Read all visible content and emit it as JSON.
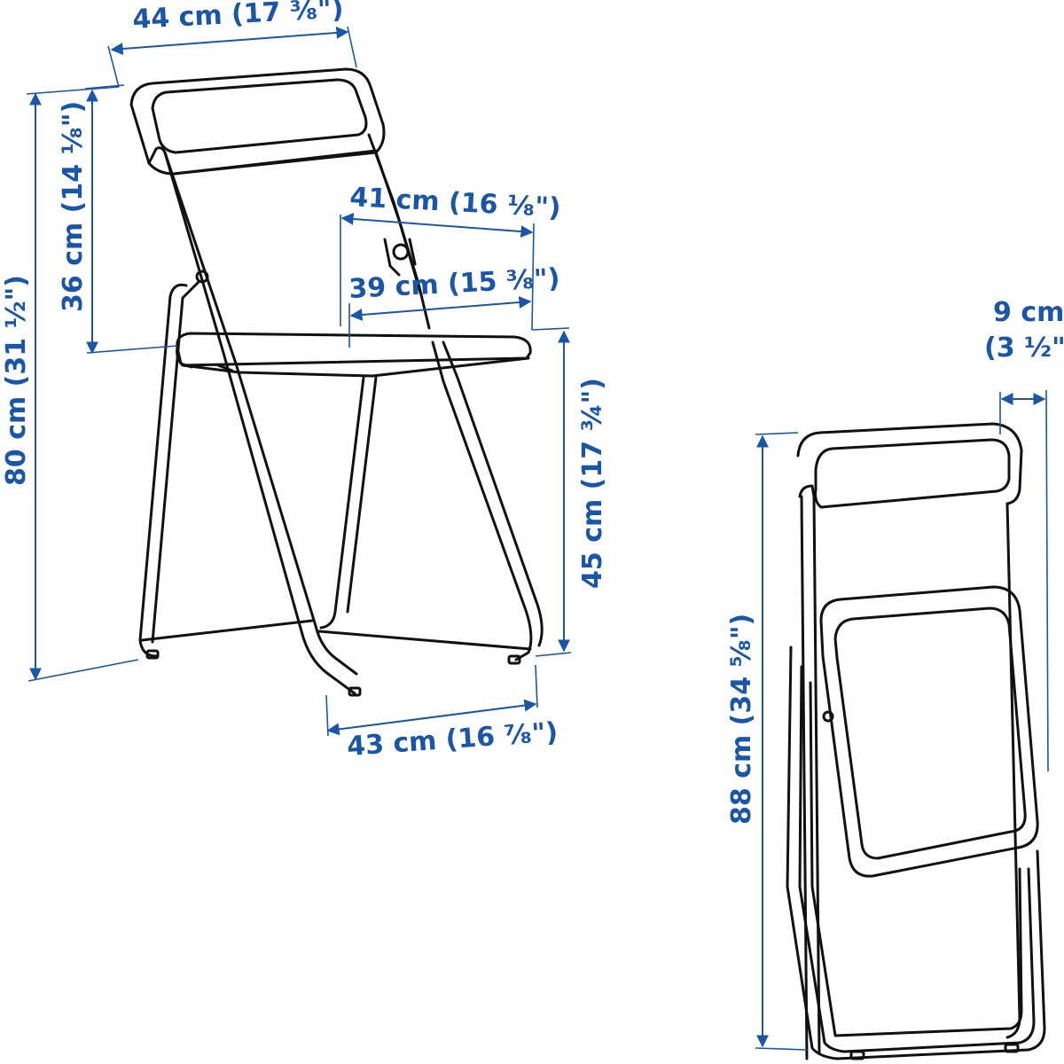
{
  "colors": {
    "dimension": "#1a56a8",
    "outline": "#111111",
    "background": "#ffffff"
  },
  "dimensions": {
    "chair_width": "44 cm (17 ³⁄₈\")",
    "backrest_height": "36 cm (14 ¹⁄₈\")",
    "total_height": "80 cm (31 ½\")",
    "seat_width": "41 cm (16 ¹⁄₈\")",
    "seat_depth": "39 cm (15 ³⁄₈\")",
    "seat_height": "45 cm (17 ¾\")",
    "chair_depth": "43 cm (16 ⁷⁄₈\")",
    "folded_depth_cm": "9 cm",
    "folded_depth_in": "(3 ½\")",
    "folded_height": "88 cm (34 ⁵⁄₈\")"
  }
}
